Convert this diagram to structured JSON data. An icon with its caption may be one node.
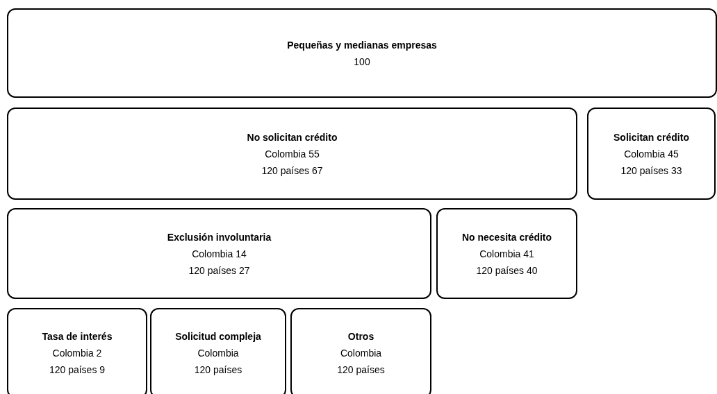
{
  "diagram": {
    "nodes": [
      {
        "text": [
          "Pequeñas y medianas empresas",
          "100"
        ]
      },
      {
        "text": [
          "No solicitan crédito",
          "Colombia 55",
          "120 países 67"
        ]
      },
      {
        "text": [
          "Solicitan crédito",
          "Colombia 45",
          "120 países 33"
        ]
      },
      {
        "text": [
          "Exclusión involuntaria",
          "Colombia 14",
          "120 países 27"
        ]
      },
      {
        "text": [
          "No necesita crédito",
          "Colombia 41",
          "120 países 40"
        ]
      },
      {
        "text": [
          "Tasa de interés",
          "Colombia 2",
          "120 países 9"
        ]
      },
      {
        "text": [
          "Solicitud compleja",
          "Colombia",
          "120 países"
        ]
      },
      {
        "text": [
          "Otros",
          "Colombia",
          "120 países"
        ]
      }
    ]
  }
}
